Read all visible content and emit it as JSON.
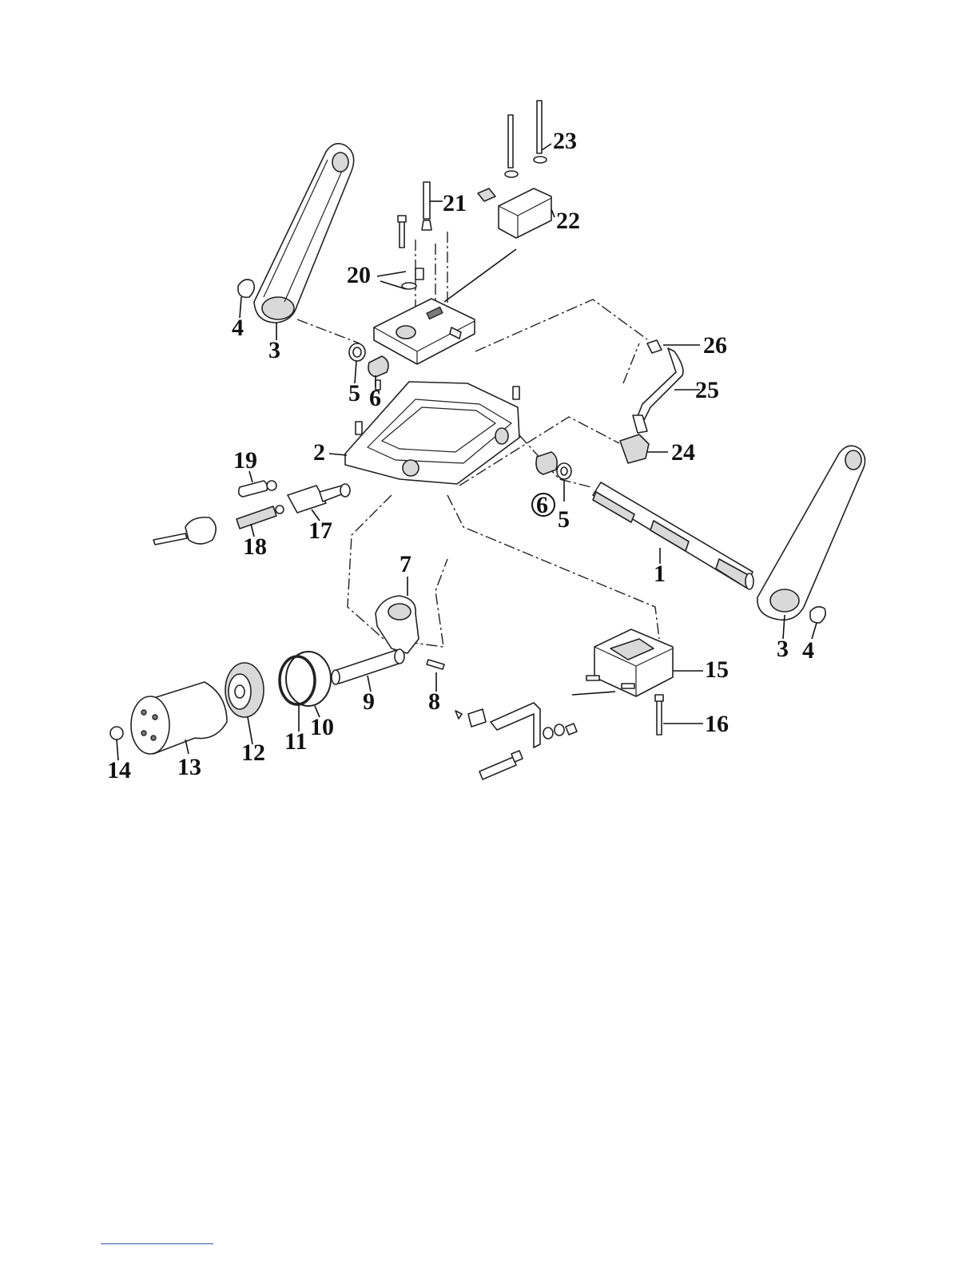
{
  "callouts": [
    {
      "label": "1"
    },
    {
      "label": "2"
    },
    {
      "label": "3"
    },
    {
      "label": "3"
    },
    {
      "label": "4"
    },
    {
      "label": "4"
    },
    {
      "label": "5"
    },
    {
      "label": "5"
    },
    {
      "label": "6"
    },
    {
      "label": "6"
    },
    {
      "label": "7"
    },
    {
      "label": "8"
    },
    {
      "label": "9"
    },
    {
      "label": "10"
    },
    {
      "label": "11"
    },
    {
      "label": "12"
    },
    {
      "label": "13"
    },
    {
      "label": "14"
    },
    {
      "label": "15"
    },
    {
      "label": "16"
    },
    {
      "label": "17"
    },
    {
      "label": "18"
    },
    {
      "label": "19"
    },
    {
      "label": "20"
    },
    {
      "label": "21"
    },
    {
      "label": "22"
    },
    {
      "label": "23"
    },
    {
      "label": "24"
    },
    {
      "label": "25"
    },
    {
      "label": "26"
    }
  ],
  "colors": {
    "line": "#222222",
    "fill": "#ffffff",
    "shade": "#d9d9d9",
    "footer_rule": "#3355aa"
  }
}
